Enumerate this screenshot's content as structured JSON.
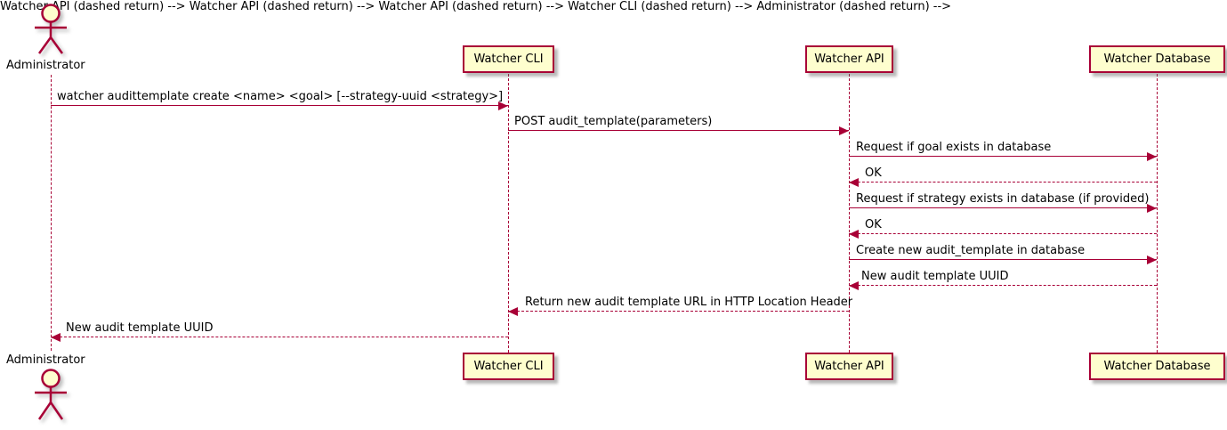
{
  "diagram_type": "sequence",
  "colors": {
    "line": "#A80036",
    "participant_fill": "#FEFECE",
    "text": "#000000"
  },
  "actors": [
    {
      "name": "Administrator"
    }
  ],
  "participants": [
    {
      "label": "Watcher CLI"
    },
    {
      "label": "Watcher API"
    },
    {
      "label": "Watcher Database"
    }
  ],
  "messages": [
    {
      "from": "Administrator",
      "to": "Watcher CLI",
      "style": "solid",
      "text": "watcher audittemplate create <name> <goal> [--strategy-uuid <strategy>]"
    },
    {
      "from": "Watcher CLI",
      "to": "Watcher API",
      "style": "solid",
      "text": "POST audit_template(parameters)"
    },
    {
      "from": "Watcher API",
      "to": "Watcher Database",
      "style": "solid",
      "text": "Request if goal exists in database"
    },
    {
      "from": "Watcher Database",
      "to": "Watcher API",
      "style": "dashed",
      "text": "OK"
    },
    {
      "from": "Watcher API",
      "to": "Watcher Database",
      "style": "solid",
      "text": "Request if strategy exists in database (if provided)"
    },
    {
      "from": "Watcher Database",
      "to": "Watcher API",
      "style": "dashed",
      "text": "OK"
    },
    {
      "from": "Watcher API",
      "to": "Watcher Database",
      "style": "solid",
      "text": "Create new audit_template in database"
    },
    {
      "from": "Watcher Database",
      "to": "Watcher API",
      "style": "dashed",
      "text": "New audit template UUID"
    },
    {
      "from": "Watcher API",
      "to": "Watcher CLI",
      "style": "dashed",
      "text": "Return new audit template URL in HTTP Location Header"
    },
    {
      "from": "Watcher CLI",
      "to": "Administrator",
      "style": "dashed",
      "text": "New audit template UUID"
    }
  ]
}
